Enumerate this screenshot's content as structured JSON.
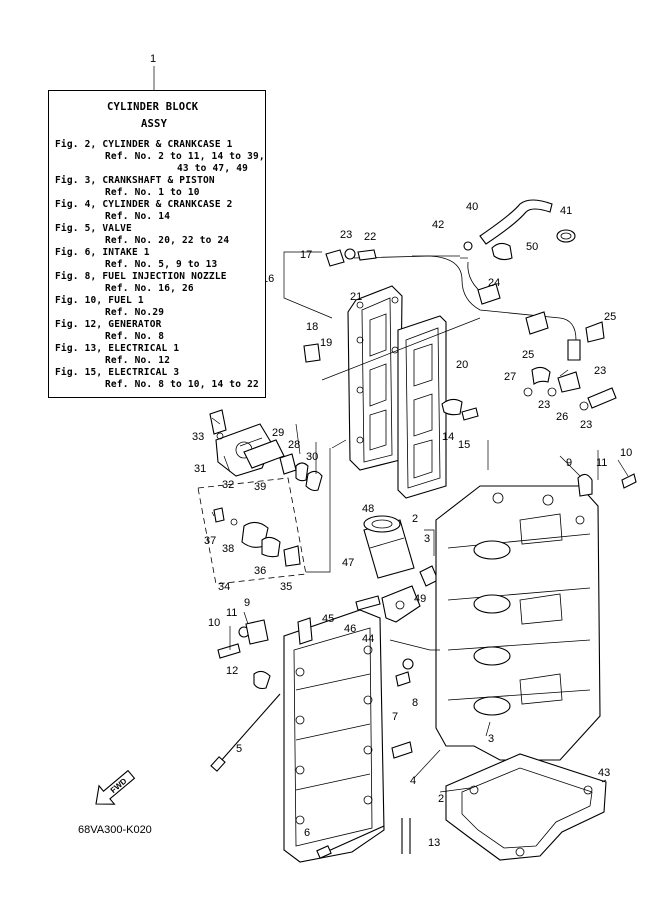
{
  "legend": {
    "ref": "1",
    "title": "CYLINDER BLOCK",
    "subtitle": "ASSY",
    "lines": [
      "Fig. 2, CYLINDER & CRANKCASE 1",
      "Ref. No. 2 to 11, 14 to 39,",
      "43 to 47, 49",
      "Fig. 3, CRANKSHAFT & PISTON",
      "Ref. No. 1 to 10",
      "Fig. 4, CYLINDER & CRANKCASE 2",
      "Ref. No. 14",
      "Fig. 5, VALVE",
      "Ref. No. 20, 22 to 24",
      "Fig. 6, INTAKE 1",
      "Ref. No. 5, 9 to 13",
      "Fig. 8, FUEL INJECTION NOZZLE",
      "Ref. No. 16, 26",
      "Fig. 10, FUEL 1",
      "Ref. No.29",
      "Fig. 12, GENERATOR",
      "Ref. No. 8",
      "Fig. 13, ELECTRICAL 1",
      "Ref. No. 12",
      "Fig. 15, ELECTRICAL 3",
      "Ref. No. 8 to 10, 14 to 22"
    ]
  },
  "callouts": [
    "2",
    "2",
    "3",
    "3",
    "4",
    "5",
    "6",
    "7",
    "8",
    "9",
    "9",
    "10",
    "10",
    "11",
    "11",
    "12",
    "13",
    "14",
    "15",
    "16",
    "17",
    "18",
    "19",
    "20",
    "21",
    "22",
    "23",
    "23",
    "23",
    "23",
    "24",
    "25",
    "25",
    "26",
    "27",
    "28",
    "29",
    "30",
    "31",
    "32",
    "33",
    "34",
    "35",
    "36",
    "37",
    "38",
    "39",
    "40",
    "41",
    "42",
    "43",
    "44",
    "45",
    "46",
    "47",
    "48",
    "49",
    "50"
  ],
  "fwd_label": "FWD",
  "doc_code": "68VA300-K020"
}
